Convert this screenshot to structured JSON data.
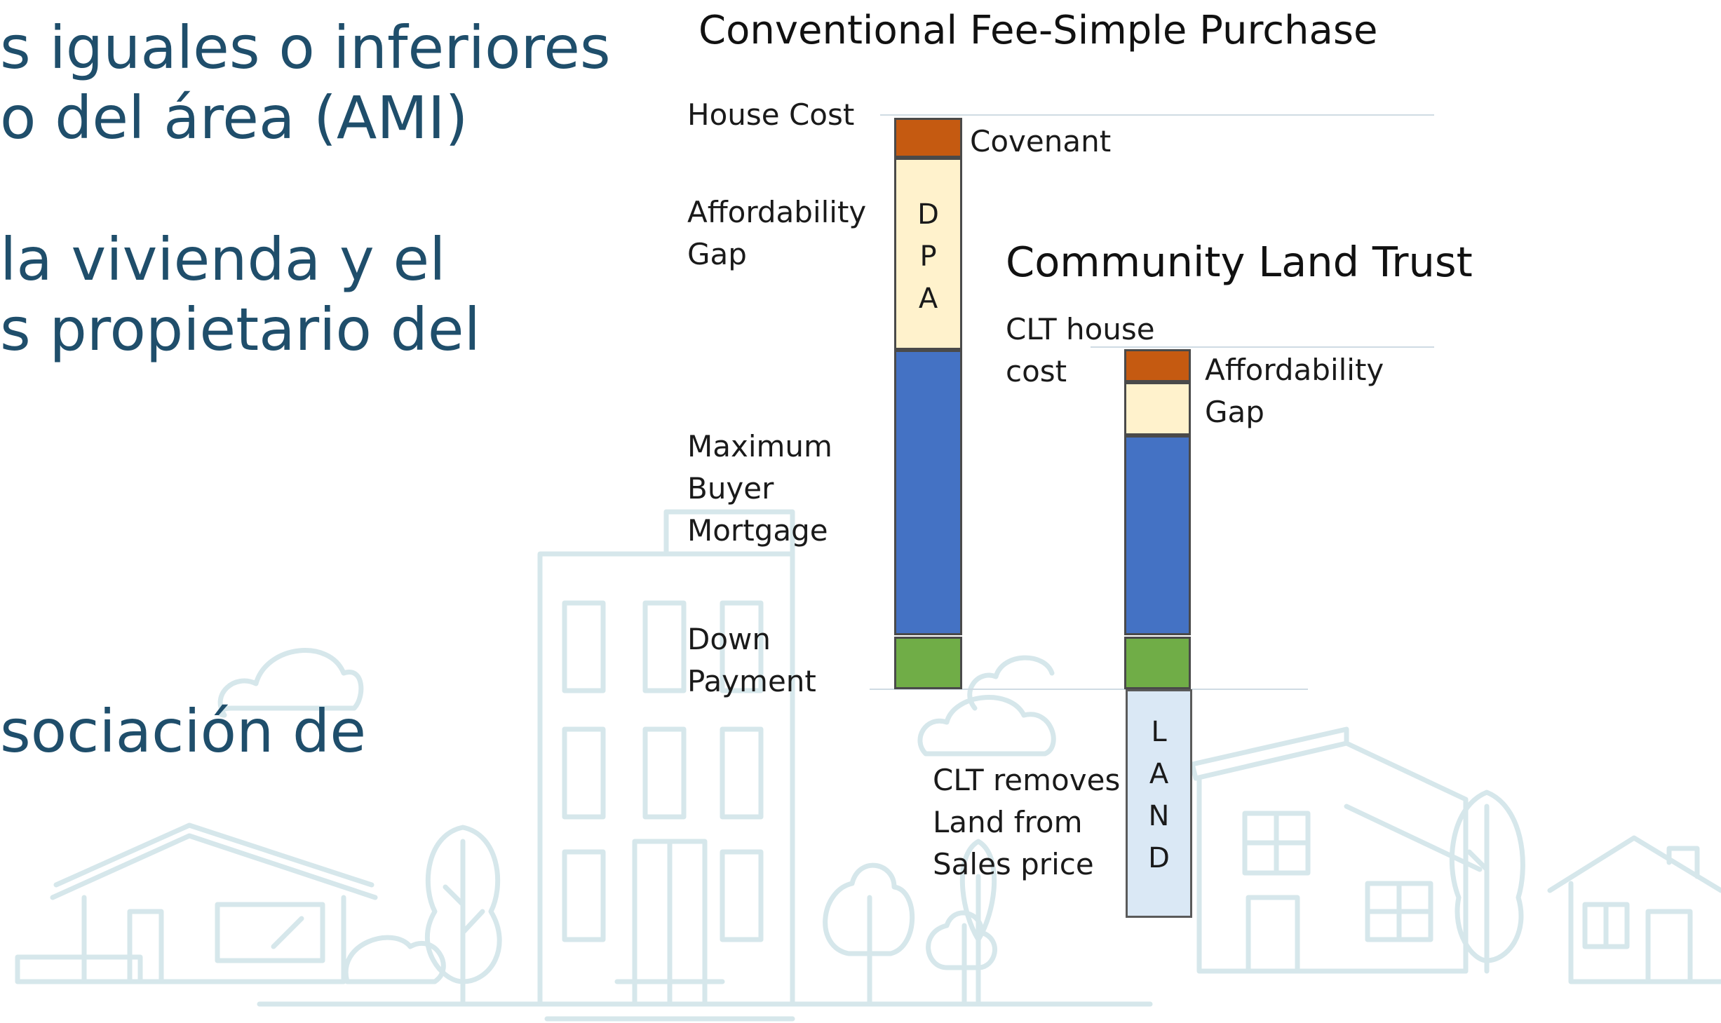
{
  "slide_text": {
    "line1": "s iguales o inferiores",
    "line2": "o del área (AMI)",
    "line3": " la vivienda y el",
    "line4": "s propietario del",
    "line5": "sociación de"
  },
  "diagram": {
    "title_conventional": "Conventional Fee-Simple Purchase",
    "title_clt": "Community Land Trust",
    "label_house_cost": "House Cost",
    "label_covenant": "Covenant",
    "label_affordability_gap": [
      "Affordability",
      "Gap"
    ],
    "label_dpa_letters": [
      "D",
      "P",
      "A"
    ],
    "label_max_mortgage": [
      "Maximum",
      "Buyer",
      "Mortgage"
    ],
    "label_down_payment": [
      "Down",
      "Payment"
    ],
    "label_clt_house_cost": [
      "CLT house",
      "cost"
    ],
    "label_clt_affordability_gap": [
      "Affordability",
      "Gap"
    ],
    "label_land_letters": [
      "L",
      "A",
      "N",
      "D"
    ],
    "label_clt_removes": [
      "CLT removes",
      "Land from",
      "Sales price"
    ]
  },
  "colors": {
    "covenant": "#c55a11",
    "gap": "#fff2cc",
    "mortgage": "#4472c4",
    "down_payment": "#70ad47",
    "land": "#dae8f5",
    "slide_text": "#1f4e6b",
    "background_illustration": "#d7e8ec"
  }
}
